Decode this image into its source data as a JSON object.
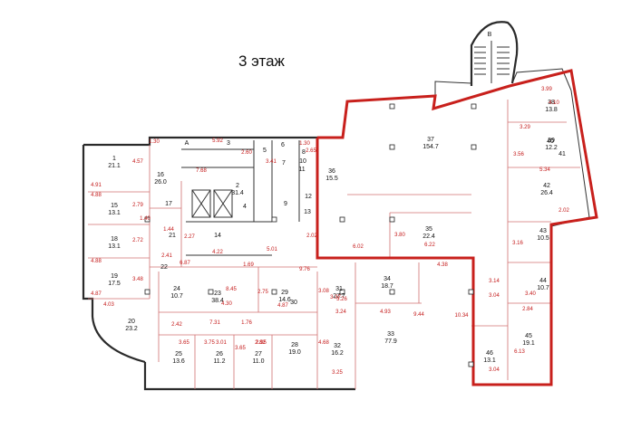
{
  "floor_title": "3 этаж",
  "stair_label": "В",
  "rooms": [
    {
      "num": "1",
      "area": "21.1"
    },
    {
      "num": "15",
      "area": "13.1"
    },
    {
      "num": "18",
      "area": "13.1"
    },
    {
      "num": "19",
      "area": "17.5"
    },
    {
      "num": "20",
      "area": "23.2"
    },
    {
      "num": "16",
      "area": "26.0"
    },
    {
      "num": "17",
      "area": ""
    },
    {
      "num": "21",
      "area": ""
    },
    {
      "num": "22",
      "area": ""
    },
    {
      "num": "14",
      "area": ""
    },
    {
      "num": "А",
      "area": ""
    },
    {
      "num": "3",
      "area": ""
    },
    {
      "num": "5",
      "area": ""
    },
    {
      "num": "6",
      "area": ""
    },
    {
      "num": "7",
      "area": ""
    },
    {
      "num": "8",
      "area": ""
    },
    {
      "num": "2",
      "area": "31.4"
    },
    {
      "num": "4",
      "area": ""
    },
    {
      "num": "9",
      "area": ""
    },
    {
      "num": "10",
      "area": ""
    },
    {
      "num": "11",
      "area": ""
    },
    {
      "num": "12",
      "area": ""
    },
    {
      "num": "13",
      "area": ""
    },
    {
      "num": "36",
      "area": "15.5"
    },
    {
      "num": "37",
      "area": "154.7"
    },
    {
      "num": "35",
      "area": "22.4"
    },
    {
      "num": "38",
      "area": "13.8"
    },
    {
      "num": "39",
      "area": "12.2"
    },
    {
      "num": "40",
      "area": ""
    },
    {
      "num": "41",
      "area": ""
    },
    {
      "num": "42",
      "area": "26.4"
    },
    {
      "num": "43",
      "area": "10.5"
    },
    {
      "num": "44",
      "area": "10.7"
    },
    {
      "num": "45",
      "area": "19.1"
    },
    {
      "num": "46",
      "area": "13.1"
    },
    {
      "num": "34",
      "area": "18.7"
    },
    {
      "num": "33",
      "area": "77.9"
    },
    {
      "num": "31",
      "area": "27.7"
    },
    {
      "num": "32",
      "area": "16.2"
    },
    {
      "num": "29",
      "area": "14.6"
    },
    {
      "num": "30",
      "area": ""
    },
    {
      "num": "28",
      "area": "19.0"
    },
    {
      "num": "23",
      "area": "38.4"
    },
    {
      "num": "24",
      "area": "10.7"
    },
    {
      "num": "25",
      "area": "13.6"
    },
    {
      "num": "26",
      "area": "11.2"
    },
    {
      "num": "27",
      "area": "11.0"
    }
  ],
  "dimensions": [
    "1.30",
    "4.57",
    "4.91",
    "4.88",
    "2.79",
    "2.72",
    "4.88",
    "3.48",
    "4.87",
    "4.03",
    "1.40",
    "1.44",
    "2.41",
    "2.27",
    "6.87",
    "4.22",
    "5.01",
    "5.92",
    "2.60",
    "7.68",
    "3.41",
    "2.65",
    "1.30",
    "2.02",
    "6.02",
    "9.76",
    "1.69",
    "2.75",
    "4.87",
    "3.26",
    "3.24",
    "3.08",
    "4.93",
    "4.38",
    "9.44",
    "10.34",
    "3.04",
    "3.14",
    "3.40",
    "2.84",
    "6.13",
    "3.04",
    "2.82",
    "3.65",
    "3.75",
    "3.01",
    "2.95",
    "3.65",
    "4.68",
    "3.25",
    "7.31",
    "1.76",
    "2.42",
    "3.37",
    "3.99",
    "4.10",
    "3.29",
    "5.34",
    "3.56",
    "2.02",
    "3.16",
    "3.80",
    "6.22",
    "8.45",
    "4.30"
  ]
}
